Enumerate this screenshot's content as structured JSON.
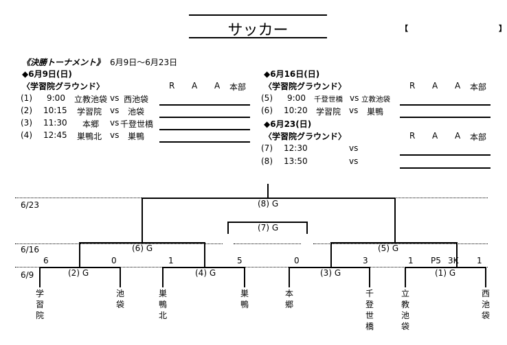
{
  "title": "サッカー",
  "bracket_open": "【",
  "bracket_close": "】",
  "heading": "《決勝トーナメント》",
  "period": "6月9日～6月23日",
  "day1": {
    "date": "◆6月9日(日)",
    "venue": "〈学習院グラウンド〉",
    "cols": [
      "R",
      "A",
      "A",
      "本部"
    ],
    "matches": [
      {
        "no": "(1)",
        "time": "9:00",
        "home": "立教池袋",
        "vs": "vs",
        "away": "西池袋"
      },
      {
        "no": "(2)",
        "time": "10:15",
        "home": "学習院",
        "vs": "vs",
        "away": "池袋"
      },
      {
        "no": "(3)",
        "time": "11:30",
        "home": "本郷",
        "vs": "vs",
        "away": "千登世橋"
      },
      {
        "no": "(4)",
        "time": "12:45",
        "home": "巣鴨北",
        "vs": "vs",
        "away": "巣鴨"
      }
    ]
  },
  "day2": {
    "date": "◆6月16日(日)",
    "venue": "〈学習院グラウンド〉",
    "cols": [
      "R",
      "A",
      "A",
      "本部"
    ],
    "matches": [
      {
        "no": "(5)",
        "time": "9:00",
        "home": "千登世橋",
        "vs": "vs",
        "away": "立教池袋"
      },
      {
        "no": "(6)",
        "time": "10:20",
        "home": "学習院",
        "vs": "vs",
        "away": "巣鴨"
      }
    ]
  },
  "day3": {
    "date": "◆6月23(日)",
    "venue": "〈学習院グラウンド〉",
    "cols": [
      "R",
      "A",
      "A",
      "本部"
    ],
    "matches": [
      {
        "no": "(7)",
        "time": "12:30",
        "vs": "vs"
      },
      {
        "no": "(8)",
        "time": "13:50",
        "vs": "vs"
      }
    ]
  },
  "bracket": {
    "dates": [
      "6/23",
      "6/16",
      "6/9"
    ],
    "g8": "(8) G",
    "g7": "(7) G",
    "g6": "(6) G",
    "g5": "(5) G",
    "g2": "(2) G",
    "g4": "(4) G",
    "g3": "(3) G",
    "g1": "(1) G",
    "scores": [
      "6",
      "0",
      "1",
      "5",
      "0",
      "3",
      "1",
      "P5",
      "3K",
      "1"
    ],
    "teams": [
      "学習院",
      "池袋",
      "巣鴨北",
      "巣鴨",
      "本郷",
      "千登世橋",
      "立教池袋",
      "西池袋"
    ]
  }
}
